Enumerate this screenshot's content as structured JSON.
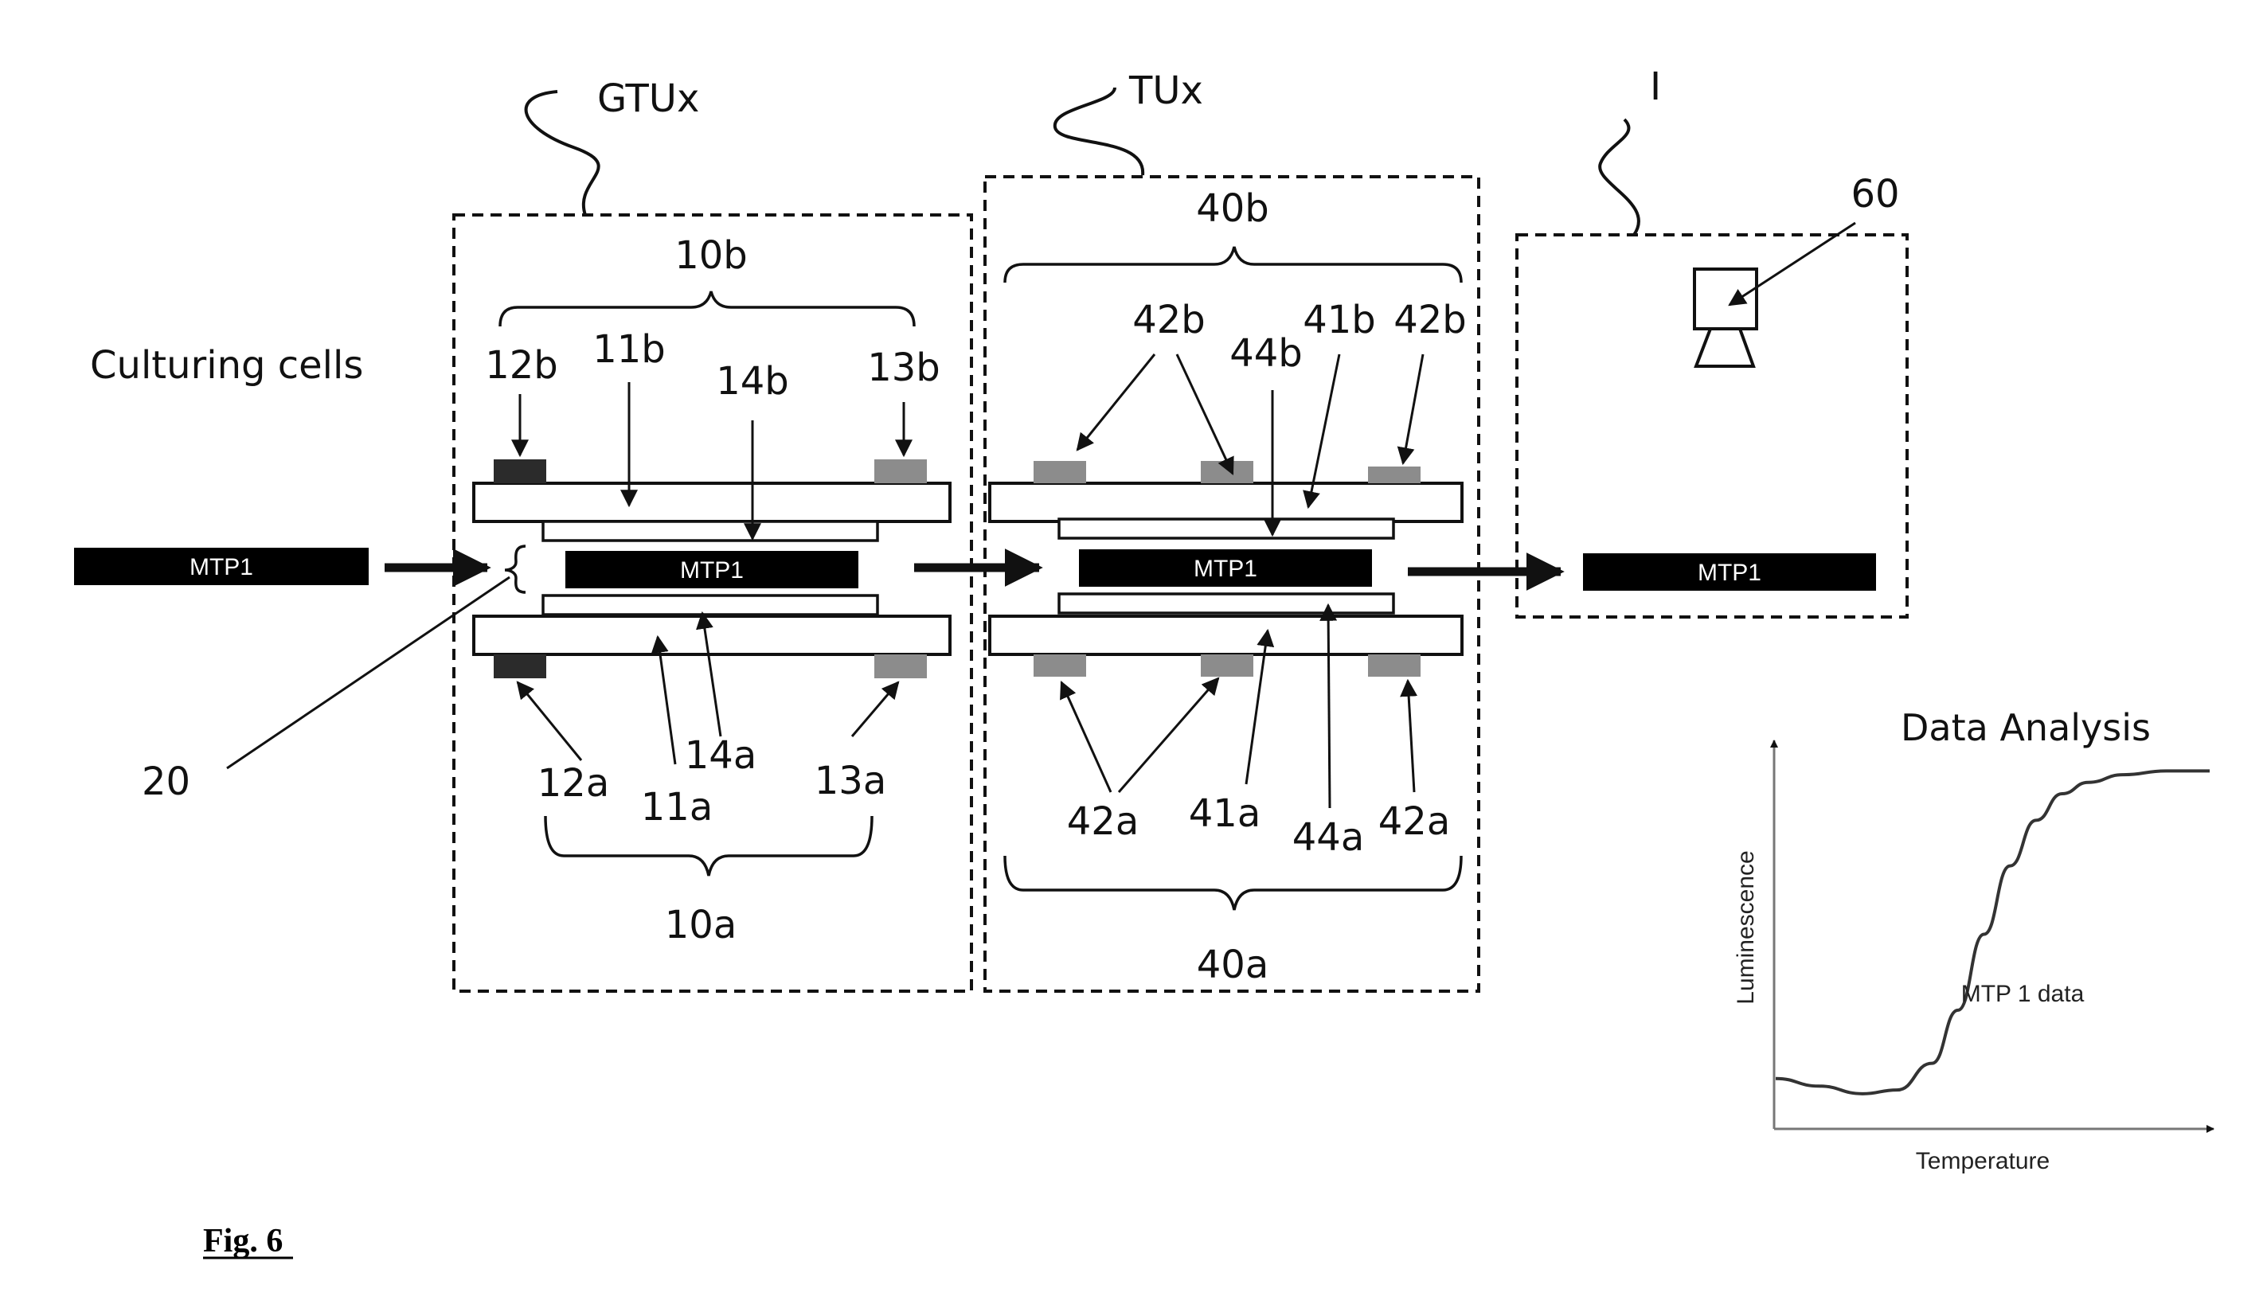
{
  "labels": {
    "gtux": "GTUx",
    "tux": "TUx",
    "imager": "I",
    "culturing": "Culturing cells",
    "l20": "20",
    "l60": "60",
    "l10a": "10a",
    "l10b": "10b",
    "l11a": "11a",
    "l11b": "11b",
    "l12a": "12a",
    "l12b": "12b",
    "l13a": "13a",
    "l13b": "13b",
    "l14a": "14a",
    "l14b": "14b",
    "l40a": "40a",
    "l40b": "40b",
    "l41a": "41a",
    "l41b": "41b",
    "l42a": "42a",
    "l42b": "42b",
    "l44a": "44a",
    "l44b": "44b"
  },
  "plates": {
    "mtp": "MTP1"
  },
  "caption": "Fig. 6",
  "colors": {
    "mtp_fill": "#000000",
    "sensor_dark": "#2b2b2b",
    "sensor_gray": "#8c8c8c"
  },
  "chart": {
    "title": "Data Analysis",
    "xlabel": "Temperature",
    "ylabel": "Luminescence",
    "series_label": "MTP 1 data"
  },
  "chart_data": {
    "type": "line",
    "title": "Data Analysis",
    "xlabel": "Temperature",
    "ylabel": "Luminescence",
    "xlim": [
      0,
      1
    ],
    "ylim": [
      0,
      1
    ],
    "grid": false,
    "series": [
      {
        "name": "MTP 1 data",
        "x": [
          0.0,
          0.1,
          0.2,
          0.28,
          0.36,
          0.42,
          0.48,
          0.54,
          0.6,
          0.66,
          0.72,
          0.8,
          0.9,
          1.0
        ],
        "y": [
          0.12,
          0.1,
          0.08,
          0.09,
          0.16,
          0.3,
          0.5,
          0.68,
          0.8,
          0.87,
          0.9,
          0.92,
          0.93,
          0.93
        ]
      }
    ]
  }
}
